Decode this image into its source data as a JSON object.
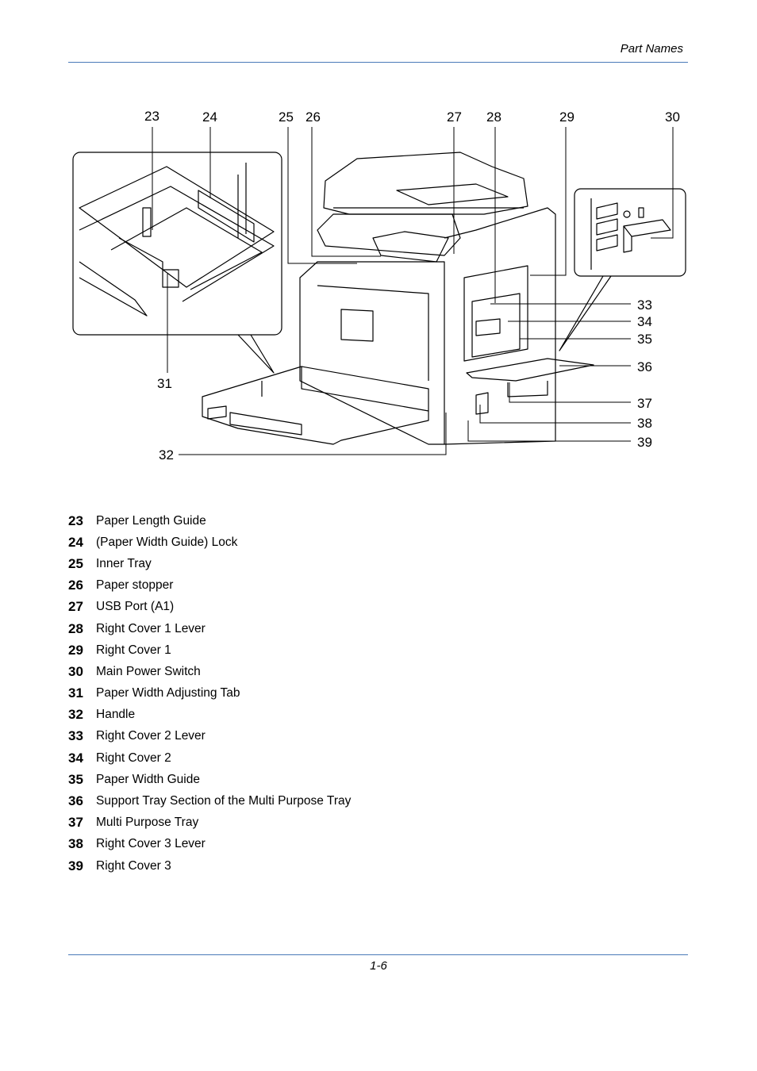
{
  "header": {
    "section_title": "Part Names"
  },
  "footer": {
    "page_number": "1-6"
  },
  "figure": {
    "callouts": [
      "23",
      "24",
      "25",
      "26",
      "27",
      "28",
      "29",
      "30",
      "31",
      "32",
      "33",
      "34",
      "35",
      "36",
      "37",
      "38",
      "39"
    ]
  },
  "parts": [
    {
      "num": "23",
      "label": "Paper Length Guide"
    },
    {
      "num": "24",
      "label": "(Paper Width Guide) Lock"
    },
    {
      "num": "25",
      "label": "Inner Tray"
    },
    {
      "num": "26",
      "label": "Paper stopper"
    },
    {
      "num": "27",
      "label": "USB Port (A1)"
    },
    {
      "num": "28",
      "label": "Right Cover 1 Lever"
    },
    {
      "num": "29",
      "label": "Right Cover 1"
    },
    {
      "num": "30",
      "label": "Main Power Switch"
    },
    {
      "num": "31",
      "label": "Paper Width Adjusting Tab"
    },
    {
      "num": "32",
      "label": "Handle"
    },
    {
      "num": "33",
      "label": "Right Cover 2 Lever"
    },
    {
      "num": "34",
      "label": "Right Cover 2"
    },
    {
      "num": "35",
      "label": "Paper Width Guide"
    },
    {
      "num": "36",
      "label": "Support Tray Section of the Multi Purpose Tray"
    },
    {
      "num": "37",
      "label": "Multi Purpose Tray"
    },
    {
      "num": "38",
      "label": "Right Cover 3 Lever"
    },
    {
      "num": "39",
      "label": "Right Cover 3"
    }
  ]
}
